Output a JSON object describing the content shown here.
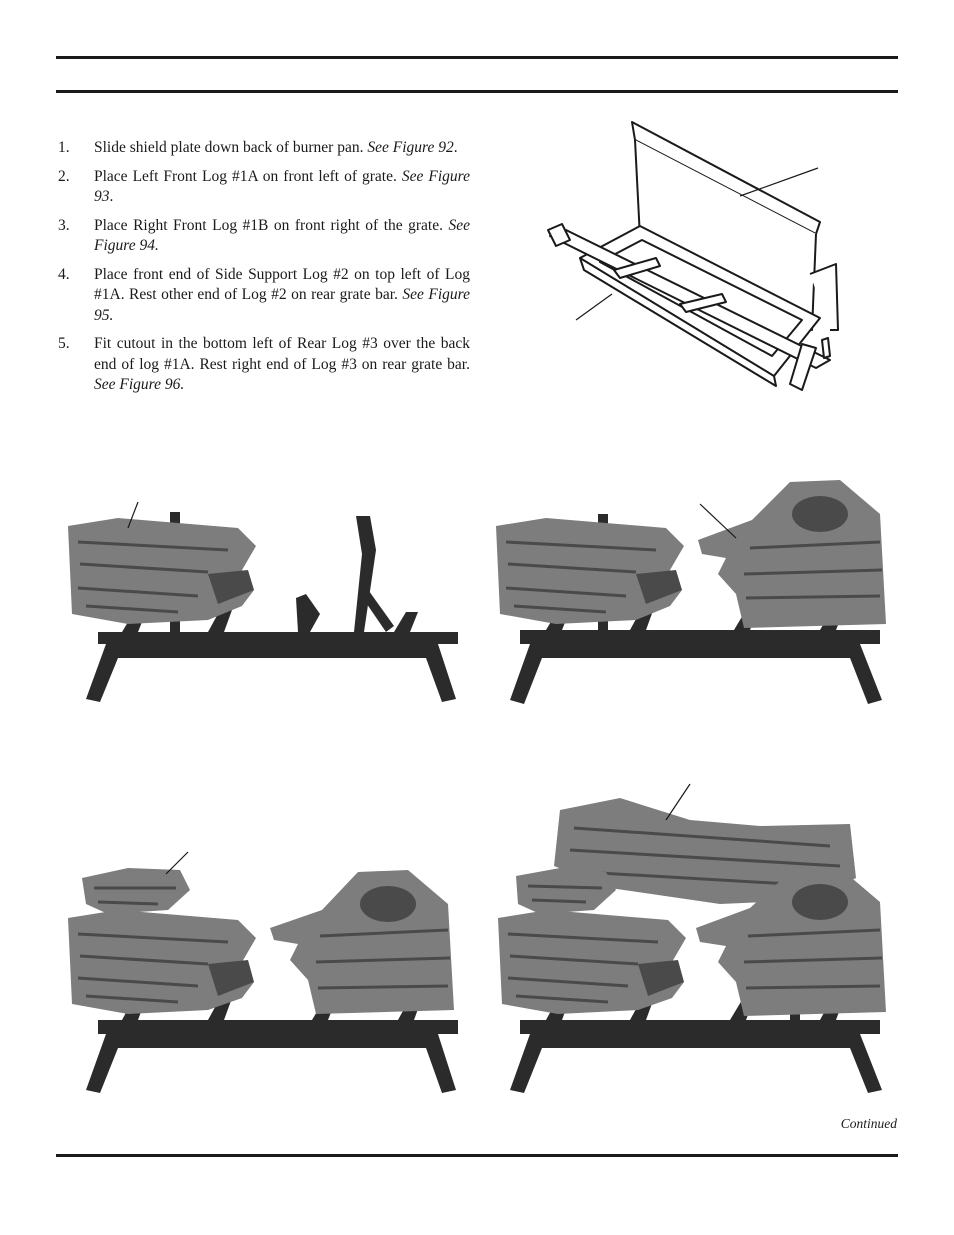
{
  "steps": [
    {
      "num": "1.",
      "text": "Slide shield plate down back of burner pan. ",
      "ref": "See Figure 92",
      "tail": "."
    },
    {
      "num": "2.",
      "text": "Place Left Front Log #1A on front left of grate. ",
      "ref": "See Figure 93",
      "tail": "."
    },
    {
      "num": "3.",
      "text": "Place Right Front Log #1B on front right of the grate. ",
      "ref": "See Figure 94.",
      "tail": ""
    },
    {
      "num": "4.",
      "text": "Place front end of Side Support Log #2 on top left of Log #1A. Rest other end of Log #2 on rear grate bar. ",
      "ref": "See Figure 95.",
      "tail": ""
    },
    {
      "num": "5.",
      "text": "Fit cutout in the bottom left of Rear Log #3 over the back end of log #1A. Rest right end of Log #3 on rear grate bar. ",
      "ref": "See Figure 96.",
      "tail": ""
    }
  ],
  "footer": {
    "continued": "Continued"
  },
  "colors": {
    "rule": "#1a1a1a",
    "log": "#7d7d7d",
    "log_dark": "#4a4a4a",
    "grate": "#2b2b2b"
  }
}
